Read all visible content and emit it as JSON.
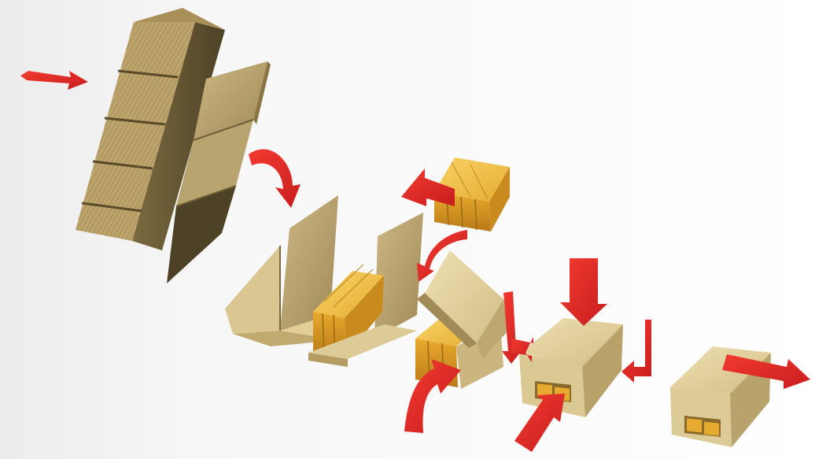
{
  "diagram": {
    "kind": "carton packing process illustration",
    "colors": {
      "background_left": "#eeeeee",
      "background_right": "#ffffff",
      "cardboard_light": "#e6d3a0",
      "cardboard_mid": "#c6b07a",
      "cardboard_dark": "#6a5a36",
      "flute_texture": "#9c8a5a",
      "product_light": "#f3c24a",
      "product_mid": "#e0a528",
      "product_dark": "#a8711a",
      "arrow": "#e8282a",
      "arrow_dark": "#b21616"
    },
    "stages": [
      {
        "name": "blank-magazine",
        "icon": "flat-blank-stack-icon"
      },
      {
        "name": "blank-pick",
        "icon": "single-blank-icon"
      },
      {
        "name": "tray-forming",
        "icon": "open-tray-icon"
      },
      {
        "name": "product-loading",
        "icon": "product-pack-icon"
      },
      {
        "name": "lid-folding",
        "icon": "closing-box-icon"
      },
      {
        "name": "box-sealing",
        "icon": "sealed-box-icon"
      },
      {
        "name": "box-discharge",
        "icon": "finished-box-icon"
      }
    ],
    "arrows": [
      "infeed-arrow",
      "blank-transfer-arrow",
      "product-infeed-arrow",
      "product-transfer-arrow",
      "lid-fold-arrow",
      "side-push-arrow",
      "box-transfer-arrow",
      "top-press-arrow",
      "right-side-fold-arrow",
      "bottom-push-arrow",
      "outfeed-arrow"
    ]
  }
}
